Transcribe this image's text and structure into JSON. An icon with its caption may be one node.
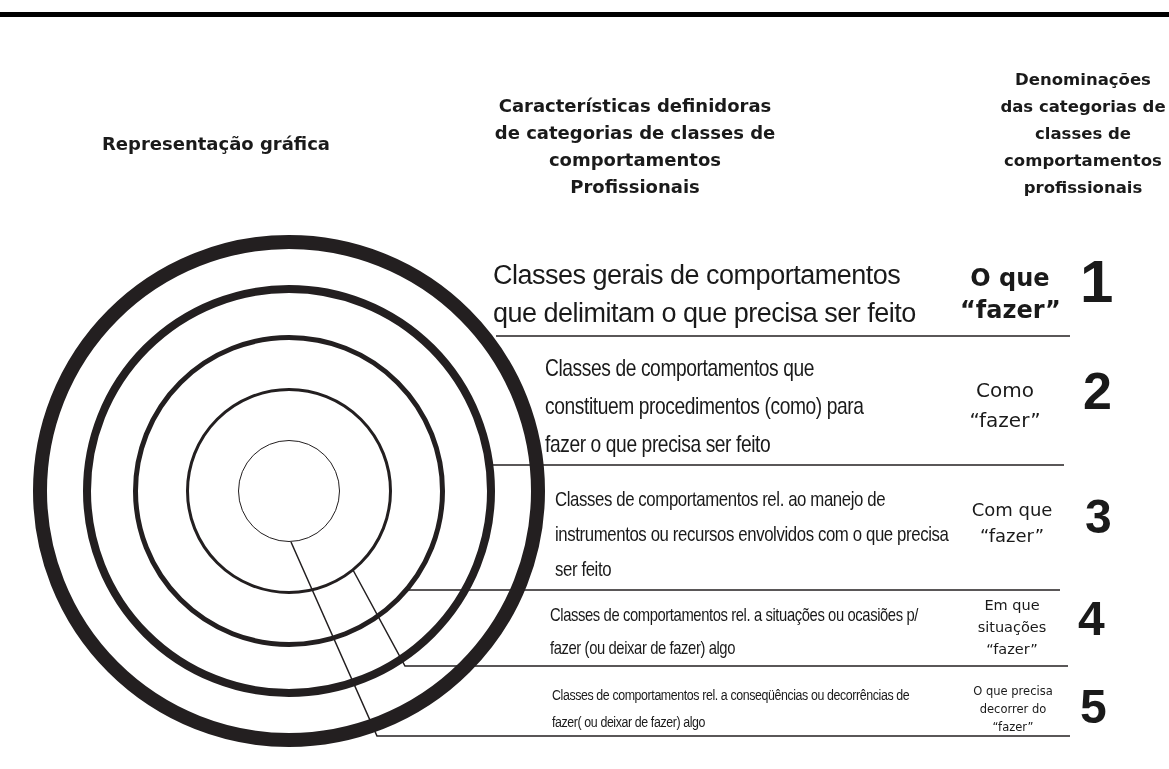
{
  "diagram": {
    "nodes": [
      {
        "text": [],
        "shape": "circle"
      },
      {
        "text": [],
        "shape": "circle",
        "in": 0
      },
      {
        "text": [],
        "shape": "circle",
        "in": 1
      },
      {
        "text": [],
        "shape": "circle",
        "in": 2
      },
      {
        "text": [],
        "shape": "circle",
        "in": 3
      },
      {
        "text": [
          "Classes gerais de comportamentos que delimitam o que precisa ser feito"
        ],
        "beside": [
          "O que “fazer”",
          "1"
        ]
      },
      {
        "text": [
          "Classes de comportamentos que constituem procedimentos (como) para fazer o que precisa ser feito"
        ],
        "beside": [
          "Como “fazer”",
          "2"
        ]
      },
      {
        "text": [
          "Classes de comportamentos rel. ao manejo de instrumentos ou recursos envolvidos com o que precisa ser feito"
        ],
        "beside": [
          "Com que “fazer”",
          "3"
        ]
      },
      {
        "text": [
          "Classes de comportamentos rel. a situações ou ocasiões p/ fazer (ou deixar de fazer) algo"
        ],
        "beside": [
          "Em que situações “fazer”",
          "4"
        ]
      },
      {
        "text": [
          "Classes de comportamentos rel. a conseqüências ou decorrências de fazer( ou deixar de fazer) algo"
        ],
        "beside": [
          "O que precisa decorrer do “fazer”",
          "5"
        ]
      }
    ],
    "edges": [
      {
        "from": 5,
        "to": 0,
        "arrow": "none"
      },
      {
        "from": 6,
        "to": 1,
        "arrow": "none"
      },
      {
        "from": 7,
        "to": 2,
        "arrow": "none"
      },
      {
        "from": 8,
        "to": 3,
        "arrow": "none"
      },
      {
        "from": 9,
        "to": 4,
        "arrow": "none"
      }
    ],
    "labels": [
      "Representação gráfica",
      "Características definidoras de categorias  de classes de comportamentos Profissionais",
      "Denominações das categorias de classes de comportamentos profissionais"
    ]
  }
}
